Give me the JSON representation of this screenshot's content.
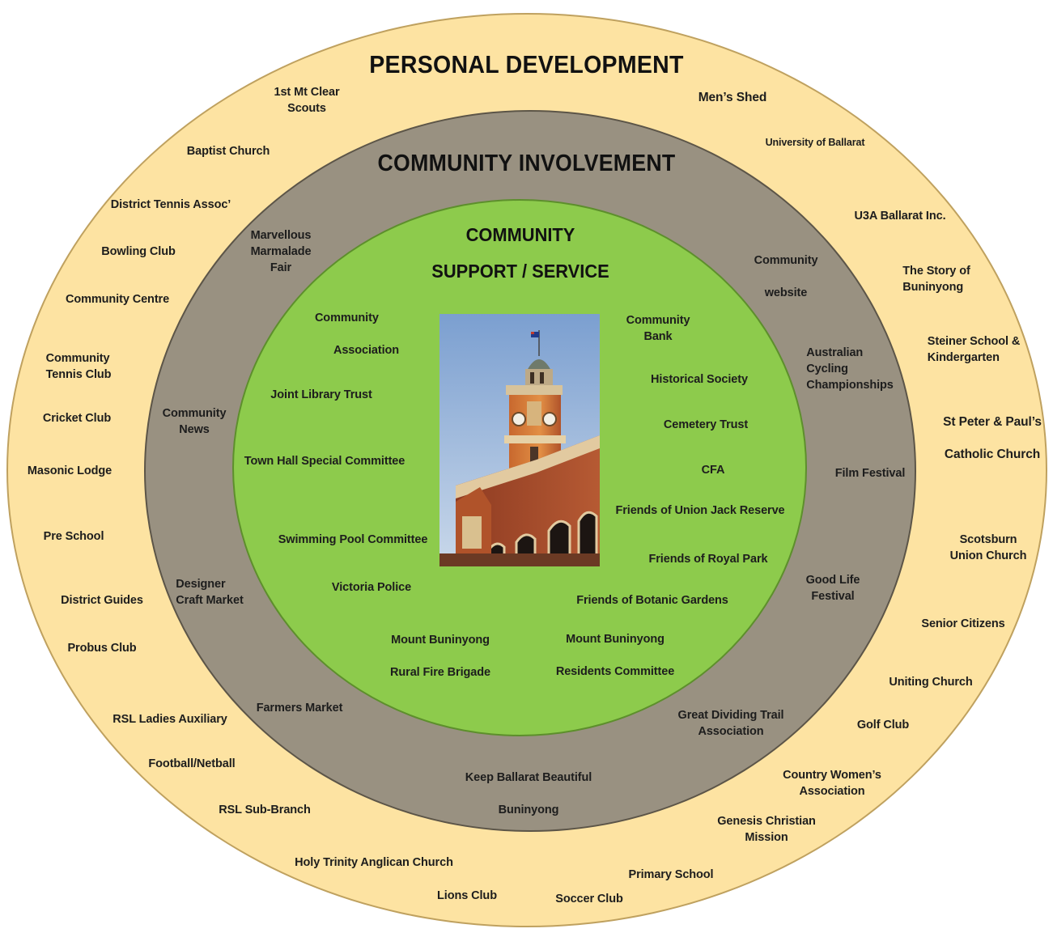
{
  "rings": {
    "outer": {
      "title": "PERSONAL DEVELOPMENT",
      "color": "#fde3a2"
    },
    "middle": {
      "title": "COMMUNITY INVOLVEMENT",
      "color": "#999181"
    },
    "inner": {
      "title_line1": "COMMUNITY",
      "title_line2": "SUPPORT / SERVICE",
      "color": "#8dcb4c"
    }
  },
  "labels": {
    "scouts": "1st Mt Clear\nScouts",
    "mens_shed": "Men’s Shed",
    "baptist_church": "Baptist Church",
    "university_ballarat": "University of Ballarat",
    "district_tennis": "District Tennis Assoc’",
    "u3a": "U3A Ballarat Inc.",
    "bowling_club": "Bowling Club",
    "story_buninyong": "The Story of\nBuninyong",
    "community_centre": "Community Centre",
    "steiner_school": "Steiner School &\nKindergarten",
    "community_tennis": "Community\nTennis Club",
    "st_peter_paul": "St Peter & Paul’s\n\nCatholic Church",
    "cricket_club": "Cricket Club",
    "masonic_lodge": "Masonic Lodge",
    "scotsburn": "Scotsburn\nUnion Church",
    "pre_school": "Pre School",
    "senior_citizens": "Senior Citizens",
    "district_guides": "District Guides",
    "uniting_church": "Uniting Church",
    "probus_club": "Probus Club",
    "golf_club": "Golf Club",
    "rsl_ladies": "RSL Ladies Auxiliary",
    "country_women": "Country Women’s\nAssociation",
    "football_netball": "Football/Netball",
    "genesis": "Genesis Christian\nMission",
    "rsl_sub_branch": "RSL Sub-Branch",
    "holy_trinity": "Holy Trinity Anglican Church",
    "primary_school": "Primary School",
    "lions_club": "Lions Club",
    "soccer_club": "Soccer Club",
    "marmalade_fair": "Marvellous\nMarmalade\nFair",
    "community_website": "Community\n\nwebsite",
    "cycling": "Australian\nCycling\nChampionships",
    "community_news": "Community\nNews",
    "film_festival": "Film Festival",
    "good_life": "Good Life\nFestival",
    "designer_craft": "Designer\nCraft Market",
    "farmers_market": "Farmers Market",
    "great_dividing": "Great Dividing Trail\nAssociation",
    "keep_ballarat": "Keep Ballarat Beautiful\n\nBuninyong",
    "community_association": "Community\n\n      Association",
    "community_bank": "Community\nBank",
    "joint_library": "Joint Library Trust",
    "historical_society": "Historical Society",
    "cemetery_trust": "Cemetery Trust",
    "town_hall": "Town Hall Special Committee",
    "cfa": "CFA",
    "union_jack": "Friends of Union Jack Reserve",
    "swimming_pool": "Swimming Pool Committee",
    "royal_park": "Friends of Royal Park",
    "victoria_police": "Victoria Police",
    "botanic_gardens": "Friends of Botanic Gardens",
    "rural_fire": "Mount Buninyong\n\nRural Fire Brigade",
    "residents_committee": "Mount Buninyong\n\nResidents Committee"
  }
}
